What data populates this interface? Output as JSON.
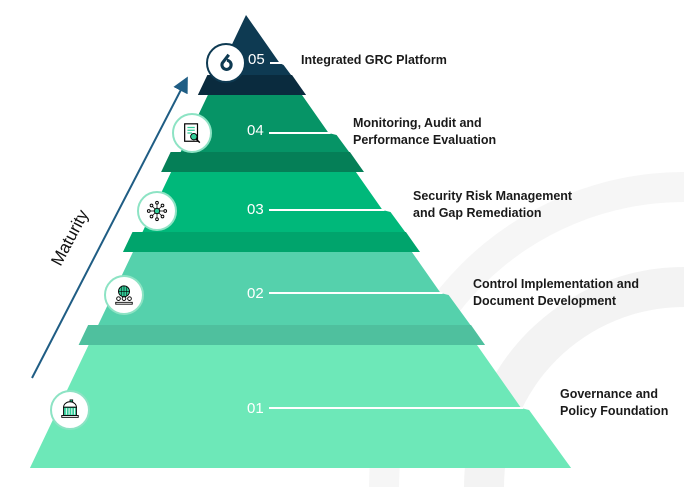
{
  "axis_label": "Maturity",
  "tiers": [
    {
      "number": "01",
      "label_line1": "Governance and",
      "label_line2": "Policy Foundation",
      "icon": "government-building-icon",
      "color": "#6de8b8",
      "band": "#6de8b8"
    },
    {
      "number": "02",
      "label_line1": "Control Implementation  and",
      "label_line2": "Document Development",
      "icon": "globe-people-icon",
      "color": "#55d1ac",
      "band": "#4fc09e"
    },
    {
      "number": "03",
      "label_line1": "Security Risk Management",
      "label_line2": "and Gap Remediation",
      "icon": "network-hub-icon",
      "color": "#00b87a",
      "band": "#00a46c"
    },
    {
      "number": "04",
      "label_line1": "Monitoring, Audit and",
      "label_line2": "Performance Evaluation",
      "icon": "audit-document-icon",
      "color": "#069466",
      "band": "#057f57"
    },
    {
      "number": "05",
      "label_line1": "Integrated GRC Platform",
      "label_line2": "",
      "icon": "logo-six-icon",
      "color": "#0e3a52",
      "band": "#0a2b3e"
    }
  ]
}
